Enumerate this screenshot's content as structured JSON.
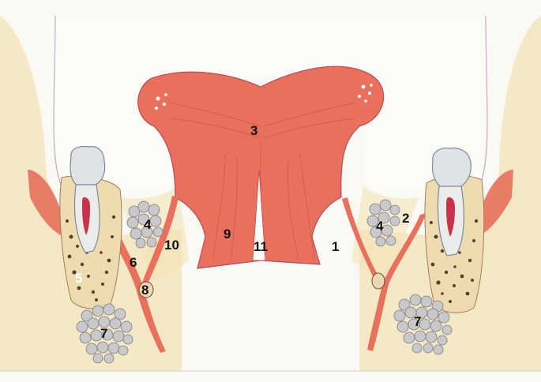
{
  "labels": {
    "l1": "1",
    "l2": "2",
    "l3": "3",
    "l4_left": "4",
    "l4_right": "4",
    "l5": "5",
    "l6": "6",
    "l7_left": "7",
    "l7_right": "7",
    "l8": "8",
    "l9": "9",
    "l10": "10",
    "l11": "11"
  },
  "colors": {
    "paper": "#fbf9f4",
    "bone_fill": "#f3e3b6",
    "muscle": "#e8705c",
    "muscle_dark": "#cf4a3a",
    "tooth_crown": "#dfe3e6",
    "pulp": "#c8324a",
    "alveolar_bone": "#eedcb0",
    "gland": "#c9c9cc",
    "outline": "#c6a8c8"
  }
}
